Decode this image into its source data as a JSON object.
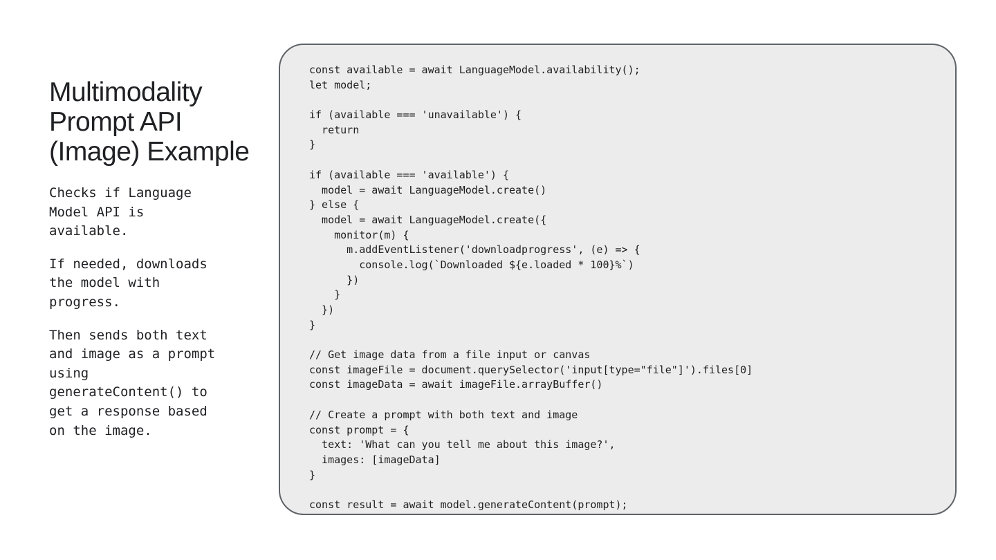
{
  "slide": {
    "title_lines": [
      "Multimodality",
      "Prompt API",
      "(Image) Example"
    ],
    "description": [
      [
        "Checks if Language",
        "Model API is",
        "available."
      ],
      [
        "If needed, downloads",
        "the model with",
        "progress."
      ],
      [
        "Then sends both text",
        "and image as a prompt",
        "using",
        "generateContent() to",
        "get a response based",
        "on the image."
      ]
    ],
    "code_lines": [
      "const available = await LanguageModel.availability();",
      "let model;",
      "",
      "if (available === 'unavailable') {",
      "  return",
      "}",
      "",
      "if (available === 'available') {",
      "  model = await LanguageModel.create()",
      "} else {",
      "  model = await LanguageModel.create({",
      "    monitor(m) {",
      "      m.addEventListener('downloadprogress', (e) => {",
      "        console.log(`Downloaded ${e.loaded * 100}%`)",
      "      })",
      "    }",
      "  })",
      "}",
      "",
      "// Get image data from a file input or canvas",
      "const imageFile = document.querySelector('input[type=\"file\"]').files[0]",
      "const imageData = await imageFile.arrayBuffer()",
      "",
      "// Create a prompt with both text and image",
      "const prompt = {",
      "  text: 'What can you tell me about this image?',",
      "  images: [imageData]",
      "}",
      "",
      "const result = await model.generateContent(prompt);"
    ]
  }
}
